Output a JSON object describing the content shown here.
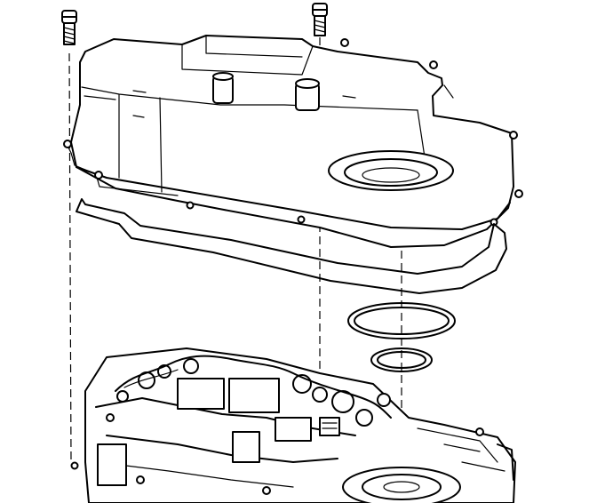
{
  "figure": {
    "type": "exploded-view technical line drawing",
    "parts": [
      {
        "id": "bolt-left",
        "icon": "bolt-icon"
      },
      {
        "id": "bolt-center",
        "icon": "bolt-icon"
      },
      {
        "id": "pan-cover",
        "icon": "pan-cover-icon"
      },
      {
        "id": "pan-gasket",
        "icon": "gasket-icon"
      },
      {
        "id": "large-o-ring",
        "icon": "o-ring-icon"
      },
      {
        "id": "small-o-ring",
        "icon": "o-ring-icon"
      },
      {
        "id": "valve-body",
        "icon": "valve-body-icon"
      },
      {
        "id": "transmission-case",
        "icon": "case-icon"
      }
    ],
    "colors": {
      "ink": "#000000",
      "paper": "#ffffff"
    }
  }
}
